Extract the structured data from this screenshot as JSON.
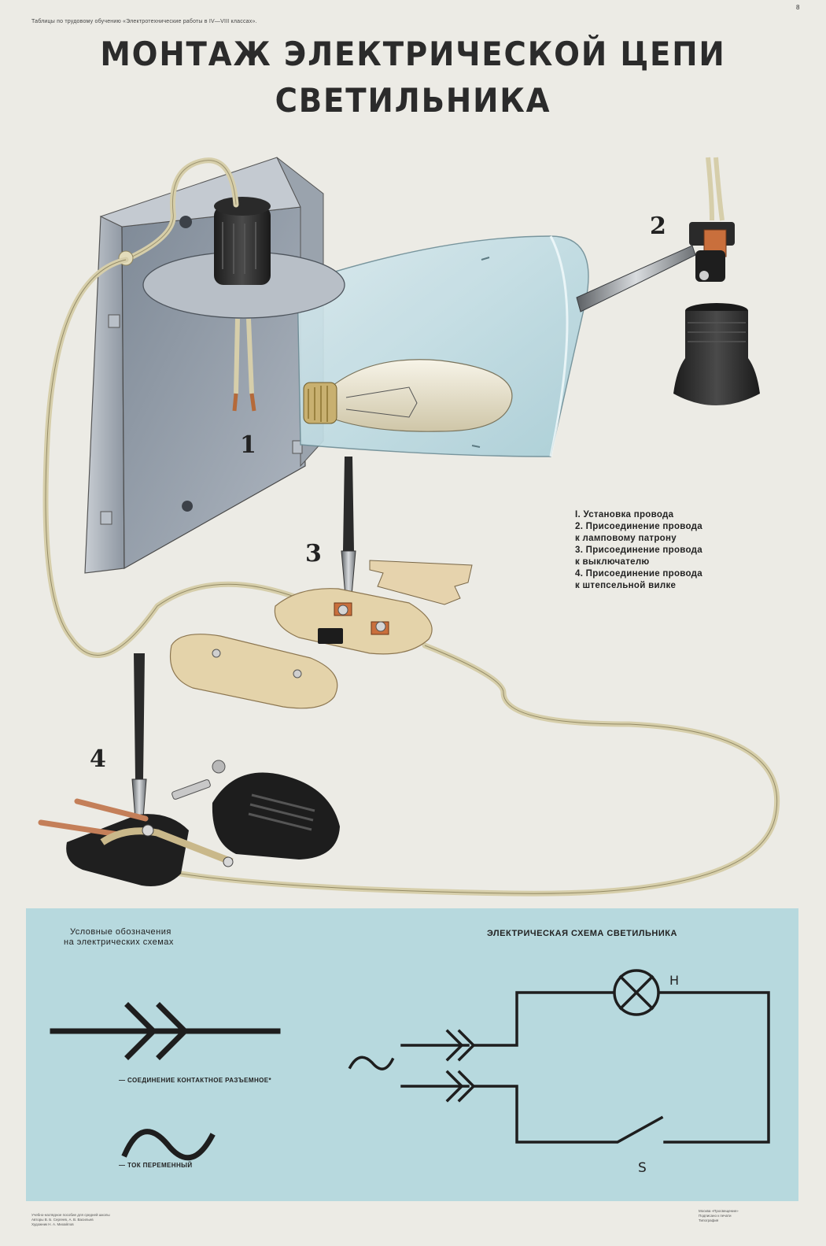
{
  "header": {
    "series": "Таблицы по трудовому обучению «Электротехнические работы в IV—VIII классах».",
    "page_mark": "8",
    "title_line_1": "МОНТАЖ ЭЛЕКТРИЧЕСКОЙ ЦЕПИ",
    "title_line_2": "СВЕТИЛЬНИКА"
  },
  "steps": [
    {
      "number": "1"
    },
    {
      "number": "2"
    },
    {
      "number": "3"
    },
    {
      "number": "4"
    }
  ],
  "legend": [
    "I. Установка провода",
    "2. Присоединение провода",
    "к ламповому патрону",
    "3. Присоединение провода",
    "к выключателю",
    "4. Присоединение провода",
    "к штепсельной вилке"
  ],
  "symbols": {
    "heading_1": "Условные обозначения",
    "heading_2": "на электрических схемах",
    "connector_caption": "— СОЕДИНЕНИЕ КОНТАКТНОЕ РАЗЪЕМНОЕ*",
    "ac_caption": "— ТОК ПЕРЕМЕННЫЙ"
  },
  "schema": {
    "heading": "ЭЛЕКТРИЧЕСКАЯ СХЕМА СВЕТИЛЬНИКА",
    "lamp_label": "H",
    "switch_label": "S"
  },
  "footer": {
    "left_0": "Учебно-наглядное пособие для средней школы",
    "left_1": "Авторы В. Б. Сергеев, А. В. Васильев",
    "left_2": "Художник Н. А. Михайлов",
    "right_0": "Москва «Просвещение»",
    "right_1": "Подписано к печати",
    "right_2": "Типография"
  },
  "colors": {
    "paper": "#ecebe5",
    "band": "#b7d9de",
    "ink": "#1e1e1e",
    "cord": "#d6ceaa",
    "copper": "#c96f3c"
  }
}
